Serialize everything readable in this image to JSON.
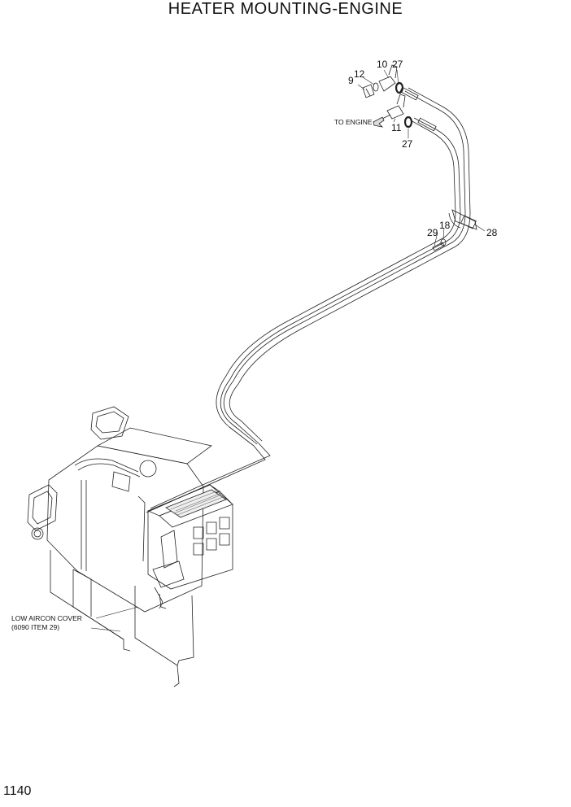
{
  "title": "HEATER MOUNTING-ENGINE",
  "page_number": "1140",
  "notes": {
    "to_engine": "TO ENGINE",
    "low_aircon_line1": "LOW AIRCON COVER",
    "low_aircon_line2": "(6090 ITEM 29)"
  },
  "callouts": {
    "p9": "9",
    "p12": "12",
    "p10": "10",
    "p27a": "27",
    "p11": "11",
    "p27b": "27",
    "p29": "29",
    "p18": "18",
    "p28": "28"
  }
}
